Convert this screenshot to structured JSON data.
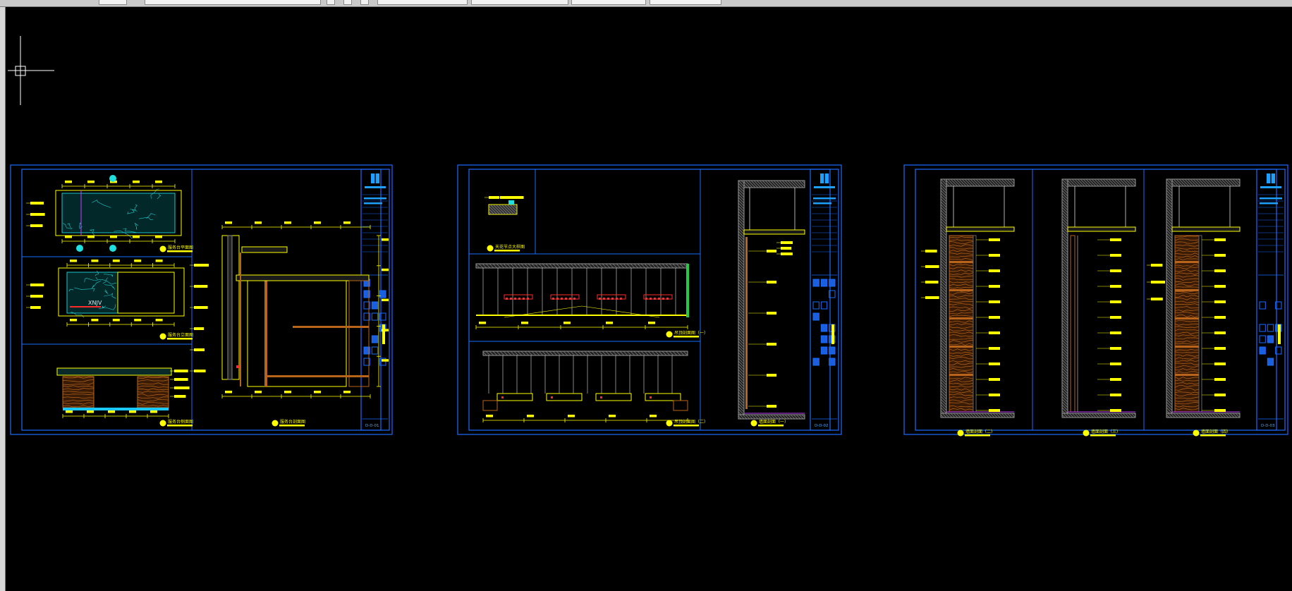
{
  "app": {
    "theme": {
      "background": "#000000",
      "frame": "#1a6bff",
      "dim": "#ffff00",
      "wood": "#b8651b",
      "marble": "#1ac9c9",
      "accent": "#ff2a2a",
      "cursor": "#ffffff"
    }
  },
  "cursor": {
    "type": "crosshair",
    "icon": "crosshair-cursor-icon"
  },
  "sheets": [
    {
      "id": "sheet-1",
      "sheet_no": "D-D-01",
      "views": [
        {
          "title": "服务台平面图"
        },
        {
          "title": "服务台立面图"
        },
        {
          "title": "服务台侧面图"
        },
        {
          "title": "服务台剖面图"
        }
      ],
      "label_text": "XNJV"
    },
    {
      "id": "sheet-2",
      "sheet_no": "D-D-02",
      "views": [
        {
          "title": "天花节点大样图"
        },
        {
          "title": "吊顶剖面图（一）"
        },
        {
          "title": "吊顶剖面图（二）"
        },
        {
          "title": "墙面剖面（一）"
        }
      ]
    },
    {
      "id": "sheet-3",
      "sheet_no": "D-D-03",
      "views": [
        {
          "title": "墙面剖面（二）"
        },
        {
          "title": "墙面剖面（三）"
        },
        {
          "title": "墙面剖面（四）"
        }
      ]
    }
  ],
  "titleblock": {
    "logo_icon": "company-logo-icon"
  }
}
